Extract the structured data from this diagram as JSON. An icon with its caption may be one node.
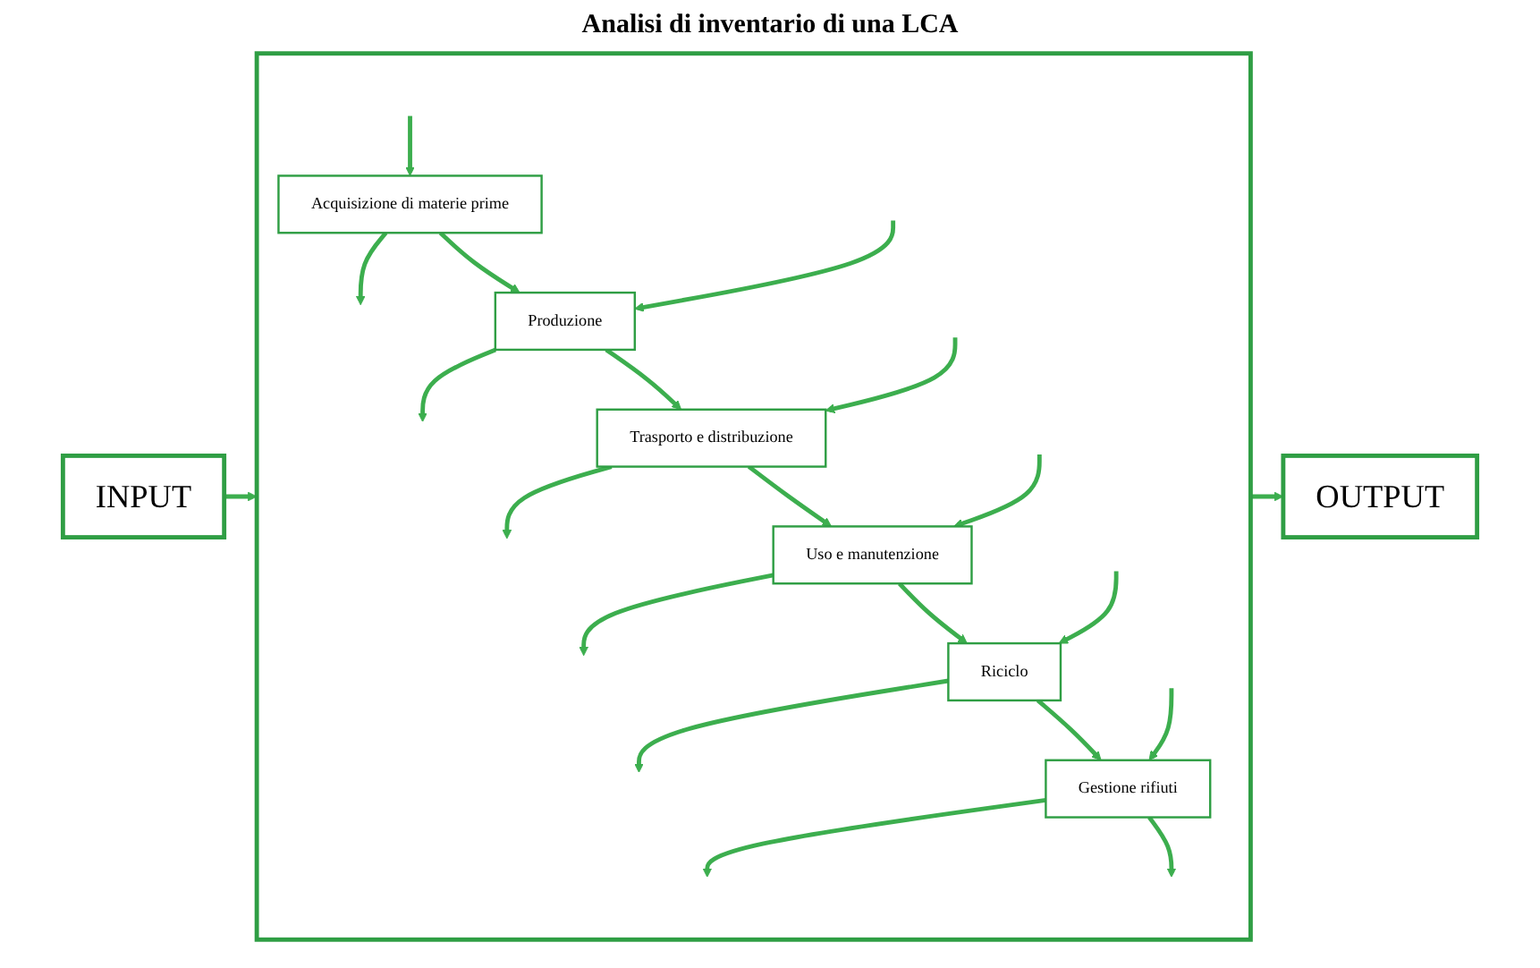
{
  "diagram": {
    "title": "Analisi di inventario di una LCA",
    "nodes": [
      {
        "text": [
          "INPUT"
        ]
      },
      {
        "text": [],
        "shape": "box"
      },
      {
        "text": [
          "Acquisizione di materie prime"
        ],
        "in": 1
      },
      {
        "text": [
          "Produzione"
        ],
        "in": 1
      },
      {
        "text": [
          "Trasporto e distribuzione"
        ],
        "in": 1
      },
      {
        "text": [
          "Uso e manutenzione"
        ],
        "in": 1
      },
      {
        "text": [
          "Riciclo"
        ],
        "in": 1
      },
      {
        "text": [
          "Gestione rifiuti"
        ],
        "in": 1
      },
      {
        "text": [
          "OUTPUT"
        ]
      }
    ],
    "edges": [
      {
        "from": 0,
        "to": 1,
        "arrow": "to"
      },
      {
        "from": 1,
        "to": 8,
        "arrow": "to"
      },
      {
        "from": null,
        "to": 2,
        "arrow": "to"
      },
      {
        "from": 2,
        "to": null,
        "arrow": "to"
      },
      {
        "from": 2,
        "to": 3,
        "arrow": "to"
      },
      {
        "from": null,
        "to": 3,
        "arrow": "to"
      },
      {
        "from": 3,
        "to": null,
        "arrow": "to"
      },
      {
        "from": 3,
        "to": 4,
        "arrow": "to"
      },
      {
        "from": null,
        "to": 4,
        "arrow": "to"
      },
      {
        "from": 4,
        "to": null,
        "arrow": "to"
      },
      {
        "from": 4,
        "to": 5,
        "arrow": "to"
      },
      {
        "from": null,
        "to": 5,
        "arrow": "to"
      },
      {
        "from": 5,
        "to": null,
        "arrow": "to"
      },
      {
        "from": 5,
        "to": 6,
        "arrow": "to"
      },
      {
        "from": null,
        "to": 6,
        "arrow": "to"
      },
      {
        "from": 6,
        "to": null,
        "arrow": "to"
      },
      {
        "from": 6,
        "to": 7,
        "arrow": "to"
      },
      {
        "from": null,
        "to": 7,
        "arrow": "to"
      },
      {
        "from": 7,
        "to": null,
        "arrow": "to"
      },
      {
        "from": 7,
        "to": null,
        "arrow": "to"
      }
    ]
  }
}
